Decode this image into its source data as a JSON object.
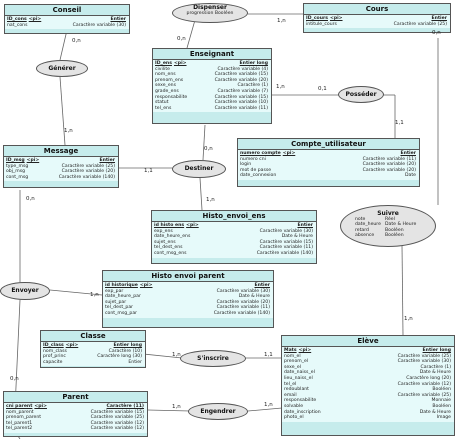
{
  "entities": {
    "conseil": {
      "title": "Conseil",
      "attrs": [
        {
          "n": "ID_cons",
          "k": "<pi>",
          "t": "Entier"
        },
        {
          "n": "nat_cons",
          "k": "",
          "t": "Caractère variable (30)"
        }
      ]
    },
    "cours": {
      "title": "Cours",
      "attrs": [
        {
          "n": "ID_cours",
          "k": "<pi>",
          "t": "Entier"
        },
        {
          "n": "intitule_cours",
          "k": "",
          "t": "Caractère variable (25)"
        }
      ]
    },
    "enseignant": {
      "title": "Enseignant",
      "attrs": [
        {
          "n": "ID_ens",
          "k": "<pi>",
          "t": "Entier long"
        },
        {
          "n": "civilite",
          "k": "",
          "t": "Caractère variable (4)"
        },
        {
          "n": "nom_ens",
          "k": "",
          "t": "Caractère variable (15)"
        },
        {
          "n": "prenom_ens",
          "k": "",
          "t": "Caractère variable (20)"
        },
        {
          "n": "sexe_ens",
          "k": "",
          "t": "Caractère (1)"
        },
        {
          "n": "grade_ens",
          "k": "",
          "t": "Caractère variable (7)"
        },
        {
          "n": "responsabilite",
          "k": "",
          "t": "Caractère variable (15)"
        },
        {
          "n": "statut",
          "k": "",
          "t": "Caractère variable (10)"
        },
        {
          "n": "tel_ens",
          "k": "",
          "t": "Caractère variable (11)"
        }
      ]
    },
    "message": {
      "title": "Message",
      "attrs": [
        {
          "n": "ID_msg",
          "k": "<pi>",
          "t": "Entier"
        },
        {
          "n": "type_msg",
          "k": "",
          "t": "Caractère variable (25)"
        },
        {
          "n": "obj_msg",
          "k": "",
          "t": "Caractère variable (20)"
        },
        {
          "n": "cont_msg",
          "k": "",
          "t": "Caractère variable (140)"
        }
      ]
    },
    "compte": {
      "title": "Compte_utilisateur",
      "attrs": [
        {
          "n": "numero compte",
          "k": "<pi>",
          "t": "Entier"
        },
        {
          "n": "numero cni",
          "k": "",
          "t": "Caractère variable (11)"
        },
        {
          "n": "login",
          "k": "",
          "t": "Caractère variable (20)"
        },
        {
          "n": "mot de passe",
          "k": "",
          "t": "Caractère variable (20)"
        },
        {
          "n": "date_connexion",
          "k": "",
          "t": "Date"
        }
      ]
    },
    "histoens": {
      "title": "Histo_envoi_ens",
      "attrs": [
        {
          "n": "id histo ens",
          "k": "<pi>",
          "t": "Entier"
        },
        {
          "n": "exp_ens",
          "k": "",
          "t": "Caractère variable (30)"
        },
        {
          "n": "date_heure_ens",
          "k": "",
          "t": "Date & Heure"
        },
        {
          "n": "sujet_ens",
          "k": "",
          "t": "Caractère variable (15)"
        },
        {
          "n": "tel_dest_ens",
          "k": "",
          "t": "Caractère variable (11)"
        },
        {
          "n": "cont_msg_ens",
          "k": "",
          "t": "Caractère variable (140)"
        }
      ]
    },
    "histoparent": {
      "title": "Histo envoi parent",
      "attrs": [
        {
          "n": "id historique",
          "k": "<pi>",
          "t": "Entier"
        },
        {
          "n": "exp_par",
          "k": "",
          "t": "Caractère variable (30)"
        },
        {
          "n": "date_heure_par",
          "k": "",
          "t": "Date & Heure"
        },
        {
          "n": "sujet_par",
          "k": "",
          "t": "Caractère variable (20)"
        },
        {
          "n": "tel_dest_par",
          "k": "",
          "t": "Caractère variable (11)"
        },
        {
          "n": "cont_msg_par",
          "k": "",
          "t": "Caractère variable (140)"
        }
      ]
    },
    "classe": {
      "title": "Classe",
      "attrs": [
        {
          "n": "ID_class",
          "k": "<pi>",
          "t": "Entier long"
        },
        {
          "n": "nom_class",
          "k": "",
          "t": "Caractère (10)"
        },
        {
          "n": "prof_princ",
          "k": "",
          "t": "Caractère long (30)"
        },
        {
          "n": "capacite",
          "k": "",
          "t": "Entier"
        }
      ]
    },
    "eleve": {
      "title": "Elève",
      "attrs": [
        {
          "n": "Mats",
          "k": "<pi>",
          "t": "Entier long"
        },
        {
          "n": "nom_el",
          "k": "",
          "t": "Caractère variable (25)"
        },
        {
          "n": "prenom_el",
          "k": "",
          "t": "Caractère variable (30)"
        },
        {
          "n": "sexe_el",
          "k": "",
          "t": "Caractère (1)"
        },
        {
          "n": "date_naiss_el",
          "k": "",
          "t": "Date & Heure"
        },
        {
          "n": "lieu_naiss_el",
          "k": "",
          "t": "Caractère long (20)"
        },
        {
          "n": "tel_el",
          "k": "",
          "t": "Caractère variable (12)"
        },
        {
          "n": "redoublant",
          "k": "",
          "t": "Booléen"
        },
        {
          "n": "email",
          "k": "",
          "t": "Caractère variable (25)"
        },
        {
          "n": "responsabilite",
          "k": "",
          "t": "Monnaie"
        },
        {
          "n": "solvable",
          "k": "",
          "t": "Booléen"
        },
        {
          "n": "date_inscription",
          "k": "",
          "t": "Date & Heure"
        },
        {
          "n": "photo_el",
          "k": "",
          "t": "Image"
        }
      ]
    },
    "parent": {
      "title": "Parent",
      "attrs": [
        {
          "n": "cni parent",
          "k": "<pi>",
          "t": "Caractère (11)"
        },
        {
          "n": "nom_parent",
          "k": "",
          "t": "Caractère variable (15)"
        },
        {
          "n": "prenom_parent",
          "k": "",
          "t": "Caractère variable (25)"
        },
        {
          "n": "tel_parent1",
          "k": "",
          "t": "Caractère variable (12)"
        },
        {
          "n": "tel_parent2",
          "k": "",
          "t": "Caractère variable (12)"
        }
      ]
    }
  },
  "associations": {
    "dispenser": {
      "name": "Dispenser",
      "attrs": [
        {
          "n": "progression",
          "t": "Booléen"
        }
      ]
    },
    "generer": {
      "name": "Générer",
      "attrs": []
    },
    "posseder": {
      "name": "Posséder",
      "attrs": []
    },
    "destiner": {
      "name": "Destiner",
      "attrs": []
    },
    "suivre": {
      "name": "Suivre",
      "attrs": [
        {
          "n": "note",
          "t": "Réel"
        },
        {
          "n": "date_heure",
          "t": "Date & Heure"
        },
        {
          "n": "retard",
          "t": "Booléen"
        },
        {
          "n": "absence",
          "t": "Booléen"
        }
      ]
    },
    "envoyer": {
      "name": "Envoyer",
      "attrs": []
    },
    "sinscrire": {
      "name": "S'inscrire",
      "attrs": []
    },
    "engendrer": {
      "name": "Engendrer",
      "attrs": []
    }
  },
  "cardinalities": {
    "c1": "0,n",
    "c2": "1,n",
    "c3": "1,n",
    "c4": "0,n",
    "c5": "1,n",
    "c6": "0,1",
    "c7": "1,1",
    "c8": "0,n",
    "c9": "1,1",
    "c10": "1,n",
    "c11": "0,n",
    "c12": "1,n",
    "c13": "1,n",
    "c14": "0,n",
    "c15": "1,n",
    "c16": "1,1",
    "c17": "1,n",
    "c18": "0,n",
    "c19": "1,n"
  },
  "colors": {
    "entity_header": "#c6ecec",
    "entity_body": "#e6fafa",
    "association": "#e4e4e4",
    "line": "#666666"
  }
}
